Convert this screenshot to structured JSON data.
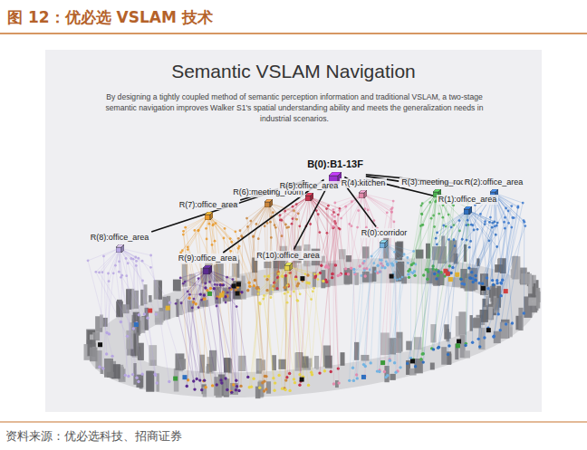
{
  "diagram": {
    "title": "图 12：优必选 VSLAM 技术",
    "caption": "资料来源：优必选科技、招商证券",
    "nodes": [
      {
        "text": [
          "B(0):B1-13F"
        ]
      },
      {
        "text": [
          "R(6):meeting_room"
        ]
      },
      {
        "text": [
          "R(5):office_area"
        ]
      },
      {
        "text": [
          "R(4):kitchen"
        ]
      },
      {
        "text": [
          "R(3):meeting_room"
        ]
      },
      {
        "text": [
          "R(2):office_area"
        ]
      },
      {
        "text": [
          "R(7):office_area"
        ]
      },
      {
        "text": [
          "R(1):office_area"
        ]
      },
      {
        "text": [
          "R(8):office_area"
        ]
      },
      {
        "text": [
          "R(0):corridor"
        ]
      },
      {
        "text": [
          "R(9):office_area"
        ]
      },
      {
        "text": [
          "R(10):office_area"
        ]
      }
    ],
    "edges": [
      {
        "from": 0,
        "to": 1,
        "arrow": "none"
      },
      {
        "from": 0,
        "to": 2,
        "arrow": "none"
      },
      {
        "from": 0,
        "to": 3,
        "arrow": "none"
      },
      {
        "from": 0,
        "to": 4,
        "arrow": "none"
      },
      {
        "from": 0,
        "to": 5,
        "arrow": "none"
      },
      {
        "from": 0,
        "to": 6,
        "arrow": "none"
      },
      {
        "from": 0,
        "to": 7,
        "arrow": "none"
      },
      {
        "from": 0,
        "to": 8,
        "arrow": "none"
      },
      {
        "from": 0,
        "to": 9,
        "arrow": "none"
      },
      {
        "from": 0,
        "to": 10,
        "arrow": "none"
      },
      {
        "from": 0,
        "to": 11,
        "arrow": "none"
      }
    ],
    "labels": [
      "Semantic VSLAM Navigation",
      "By designing a tightly coupled method of semantic perception information and traditional VSLAM, a two-stage semantic navigation improves Walker S1's spatial understanding ability and meets the generalization needs in industrial scenarios."
    ]
  }
}
